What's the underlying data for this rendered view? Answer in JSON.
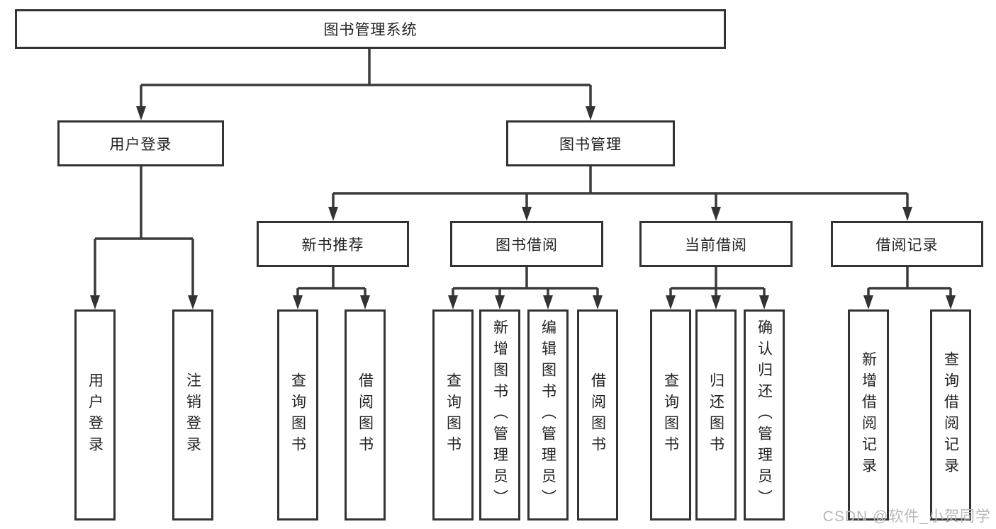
{
  "tree": {
    "label": "图书管理系统",
    "children": [
      {
        "label": "用户登录",
        "children": [
          {
            "label": "用户登录"
          },
          {
            "label": "注销登录"
          }
        ]
      },
      {
        "label": "图书管理",
        "children": [
          {
            "label": "新书推荐",
            "children": [
              {
                "label": "查询图书"
              },
              {
                "label": "借阅图书"
              }
            ]
          },
          {
            "label": "图书借阅",
            "children": [
              {
                "label": "查询图书"
              },
              {
                "label": "新增图书（管理员）"
              },
              {
                "label": "编辑图书（管理员）"
              },
              {
                "label": "借阅图书"
              }
            ]
          },
          {
            "label": "当前借阅",
            "children": [
              {
                "label": "查询图书"
              },
              {
                "label": "归还图书"
              },
              {
                "label": "确认归还（管理员）"
              }
            ]
          },
          {
            "label": "借阅记录",
            "children": [
              {
                "label": "新增借阅记录"
              },
              {
                "label": "查询借阅记录"
              }
            ]
          }
        ]
      }
    ]
  },
  "watermark": {
    "text": "CSDN @软件_小贺同学"
  },
  "colors": {
    "line": "#3a3a3a",
    "border": "#333333",
    "text": "#222222",
    "watermark": "#b8b8b8",
    "background": "#ffffff"
  }
}
